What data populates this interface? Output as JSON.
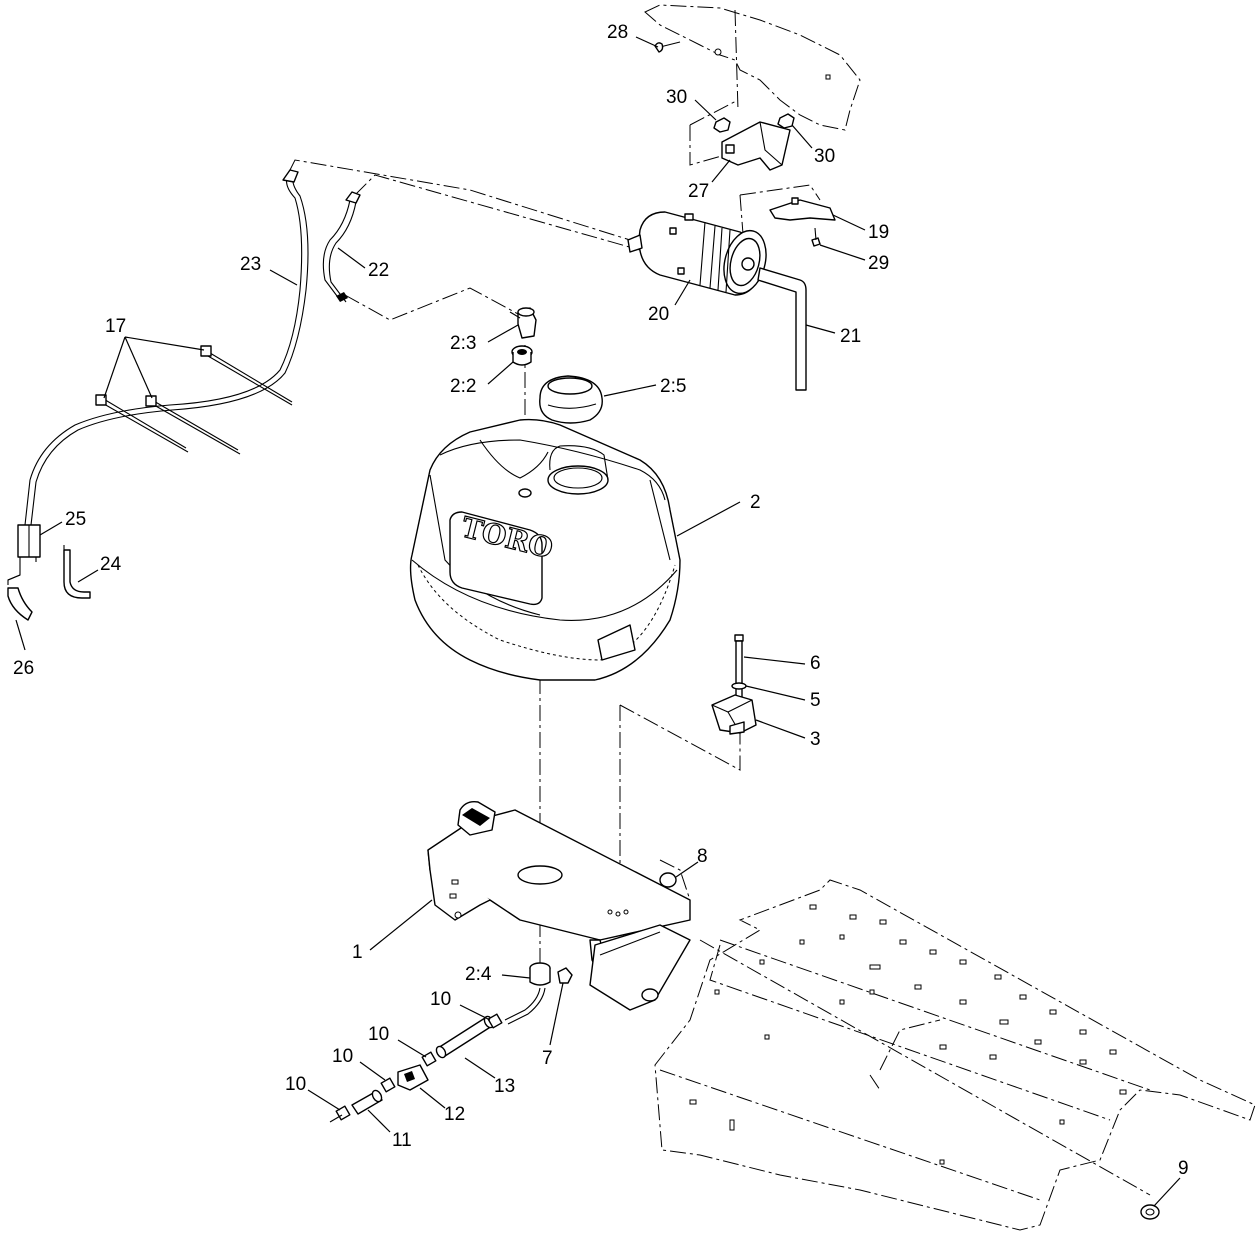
{
  "diagram": {
    "brand_logo_text": "TORO",
    "callouts": [
      "1",
      "2",
      "2:2",
      "2:3",
      "2:4",
      "2:5",
      "3",
      "5",
      "6",
      "7",
      "8",
      "9",
      "10",
      "10",
      "10",
      "10",
      "11",
      "12",
      "13",
      "17",
      "19",
      "20",
      "21",
      "22",
      "23",
      "24",
      "25",
      "26",
      "27",
      "28",
      "29",
      "30",
      "30"
    ]
  }
}
